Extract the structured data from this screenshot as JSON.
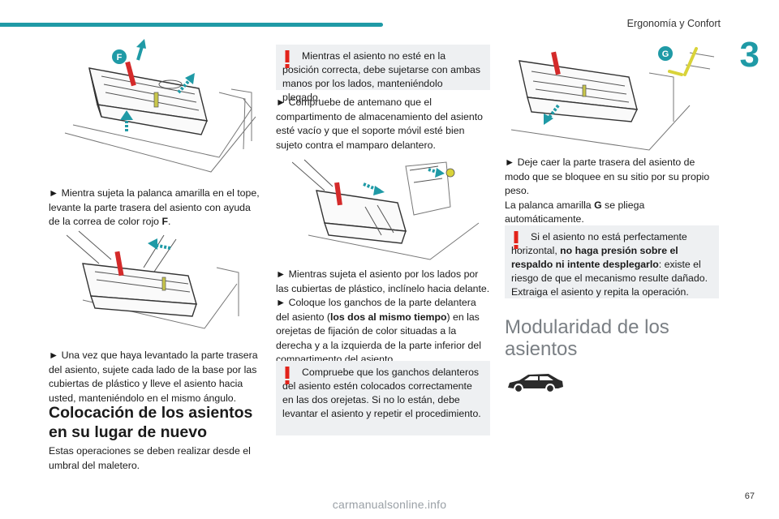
{
  "header": {
    "section_title": "Ergonomía y Confort",
    "chapter_number": "3"
  },
  "page_number": "67",
  "watermark": "carmanualsonline.info",
  "column1": {
    "illus1_label": "F",
    "para1": [
      "► Mientra sujeta la palanca amarilla en el tope, levante la parte trasera del asiento con ayuda de la correa de color rojo ",
      "F",
      "."
    ],
    "para2": "► Una vez que haya levantado la parte trasera del asiento, sujete cada lado de la base por las cubiertas de plástico y lleve el asiento hacia usted, manteniéndolo en el mismo ángulo.",
    "heading": "Colocación de los asientos en su lugar de nuevo",
    "para3": "Estas operaciones se deben realizar desde el umbral del maletero."
  },
  "column2": {
    "warning1": "Mientras el asiento no esté en la posición correcta, debe sujetarse con ambas manos por los lados, manteniéndolo plegado.",
    "para1": "► Compruebe de antemano que el compartimento de almacenamiento del asiento esté vacío y que el soporte móvil esté bien sujeto contra el mamparo delantero.",
    "para2a": "► Mientras sujeta el asiento por los lados por las cubiertas de plástico, inclínelo hacia delante.",
    "para2b": [
      "► Coloque los ganchos de la parte delantera del asiento (",
      "los dos al mismo tiempo",
      ") en las orejetas de fijación de color situadas a la derecha y a la izquierda de la parte inferior del compartimento del asiento."
    ],
    "warning2": "Compruebe que los ganchos delanteros del asiento estén colocados correctamente en las dos orejetas. Si no lo están, debe levantar el asiento y repetir el procedimiento."
  },
  "column3": {
    "illus_label": "G",
    "para1a": "► Deje caer la parte trasera del asiento de modo que se bloquee en su sitio por su propio peso.",
    "para1b": [
      "La palanca amarilla ",
      "G",
      " se pliega automáticamente."
    ],
    "warning": [
      "Si el asiento no está perfectamente horizontal, ",
      "no haga presión sobre el respaldo ni intente desplegarlo",
      ": existe el riesgo de que el mecanismo resulte dañado. Extraiga el asiento y repita la operación."
    ],
    "heading": "Modularidad de los asientos"
  },
  "colors": {
    "accent": "#1f9aa6",
    "warning_red": "#e2231a",
    "warn_bg": "#eef0f2",
    "heading_grey": "#7a7f84",
    "label_blue": "#1f9aa6"
  },
  "icons": [
    "warning-exclamation-icon",
    "car-silhouette-icon",
    "arrow-icon"
  ]
}
